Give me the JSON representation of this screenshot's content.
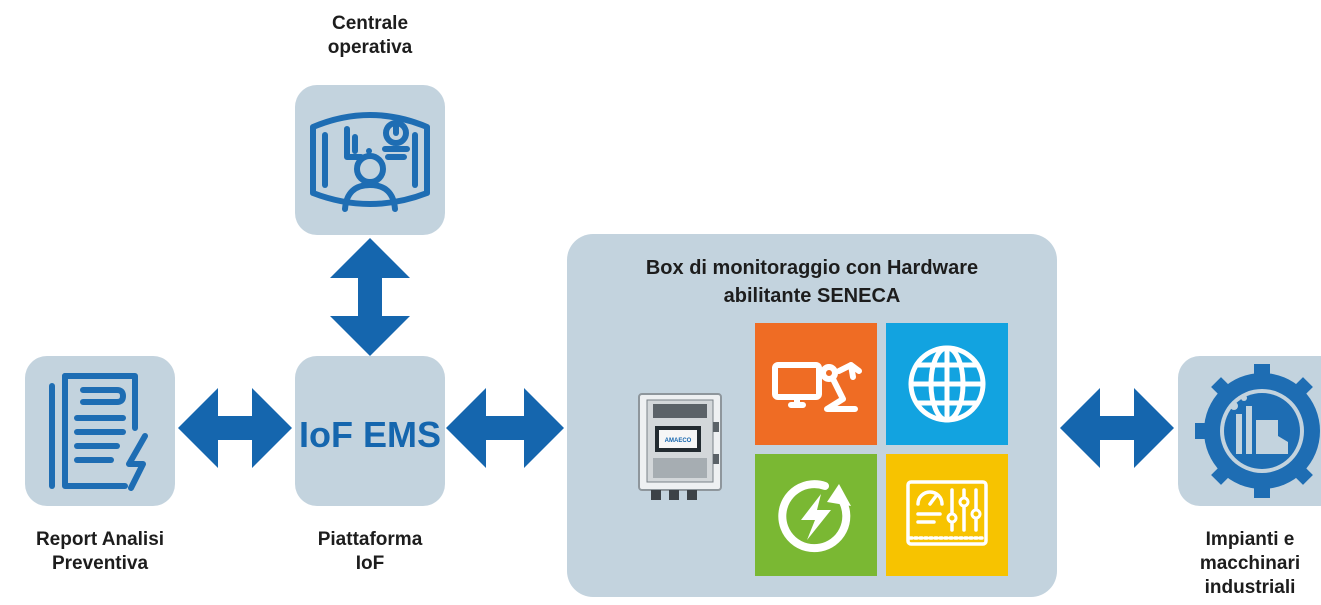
{
  "nodes": {
    "centrale": {
      "line1": "Centrale",
      "line2": "operativa",
      "icon": "operator-dashboard-icon"
    },
    "report": {
      "line1": "Report Analisi",
      "line2": "Preventiva",
      "icon": "report-energy-document-icon"
    },
    "platform": {
      "hub_text": "IoF EMS",
      "line1": "Piattaforma",
      "line2": "IoF"
    },
    "box": {
      "title_line1": "Box di monitoraggio con Hardware",
      "title_line2": "abilitante SENECA",
      "cabinet_brand": "AMAECO",
      "tiles": [
        {
          "icon": "computer-robot-arm-icon",
          "color": "#ef6c24"
        },
        {
          "icon": "globe-icon",
          "color": "#12a3e0"
        },
        {
          "icon": "energy-cycle-icon",
          "color": "#7ab833"
        },
        {
          "icon": "control-panel-icon",
          "color": "#f7c300"
        }
      ]
    },
    "impianti": {
      "line1": "Impianti e",
      "line2": "macchinari",
      "line3": "industriali",
      "icon": "industrial-gear-factory-icon"
    }
  },
  "colors": {
    "node_bg": "#c3d3de",
    "arrow": "#1566ae",
    "icon_blue": "#1e6db3"
  }
}
